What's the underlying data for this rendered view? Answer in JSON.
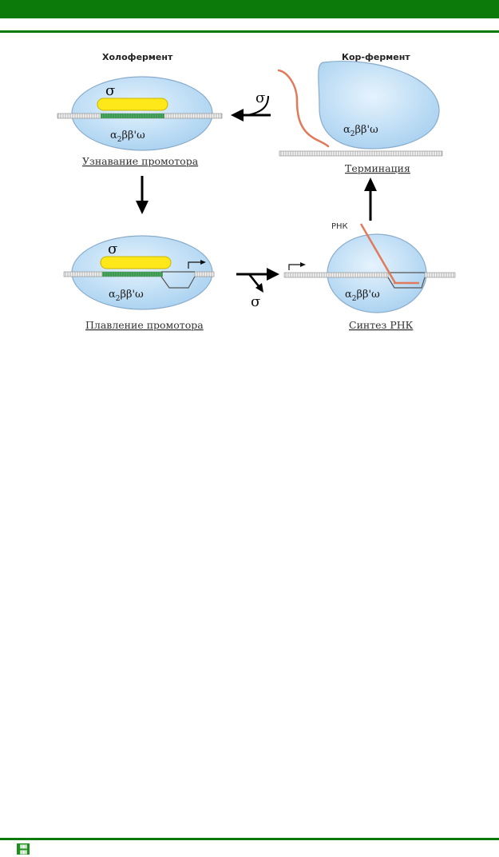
{
  "diagram": {
    "labels": {
      "holoenzyme": "Холофермент",
      "core_enzyme": "Кор-фермент",
      "recognition": "Узнавание промотора",
      "melting": "Плавление промотора",
      "synthesis": "Синтез РНК",
      "termination": "Терминация",
      "rna": "РНК"
    },
    "subunits": {
      "alpha": "α",
      "alpha_index": "2",
      "rest": "ββ'ω",
      "full": "α2ββ'ω"
    },
    "sigma": "σ",
    "colors": {
      "enzyme_fill": "#c8e4f7",
      "enzyme_stroke": "#8aaccc",
      "sigma_fill": "#ffe81a",
      "promoter": "#3fa05a",
      "rna": "#e07a5a",
      "accent_green": "#0b7a0b"
    }
  }
}
